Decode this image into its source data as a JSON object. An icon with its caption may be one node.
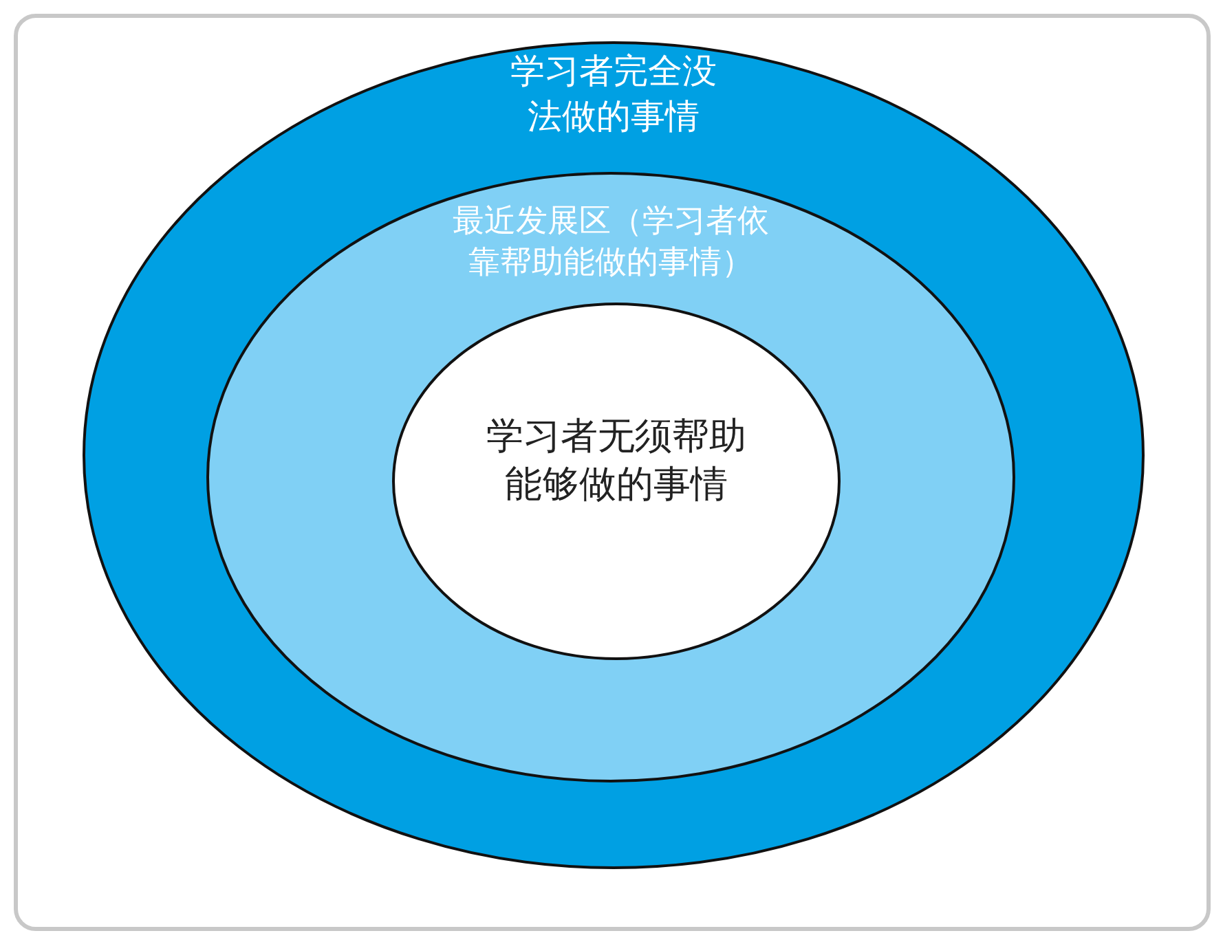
{
  "diagram": {
    "nodes": [
      {
        "text": [
          "学习者完全没法做的事情"
        ]
      },
      {
        "text": [
          "最近发展区（学习者依靠帮助能做的事情）"
        ],
        "in": 0
      },
      {
        "text": [
          "学习者无须帮助能够做的事情"
        ],
        "in": 1
      }
    ]
  }
}
